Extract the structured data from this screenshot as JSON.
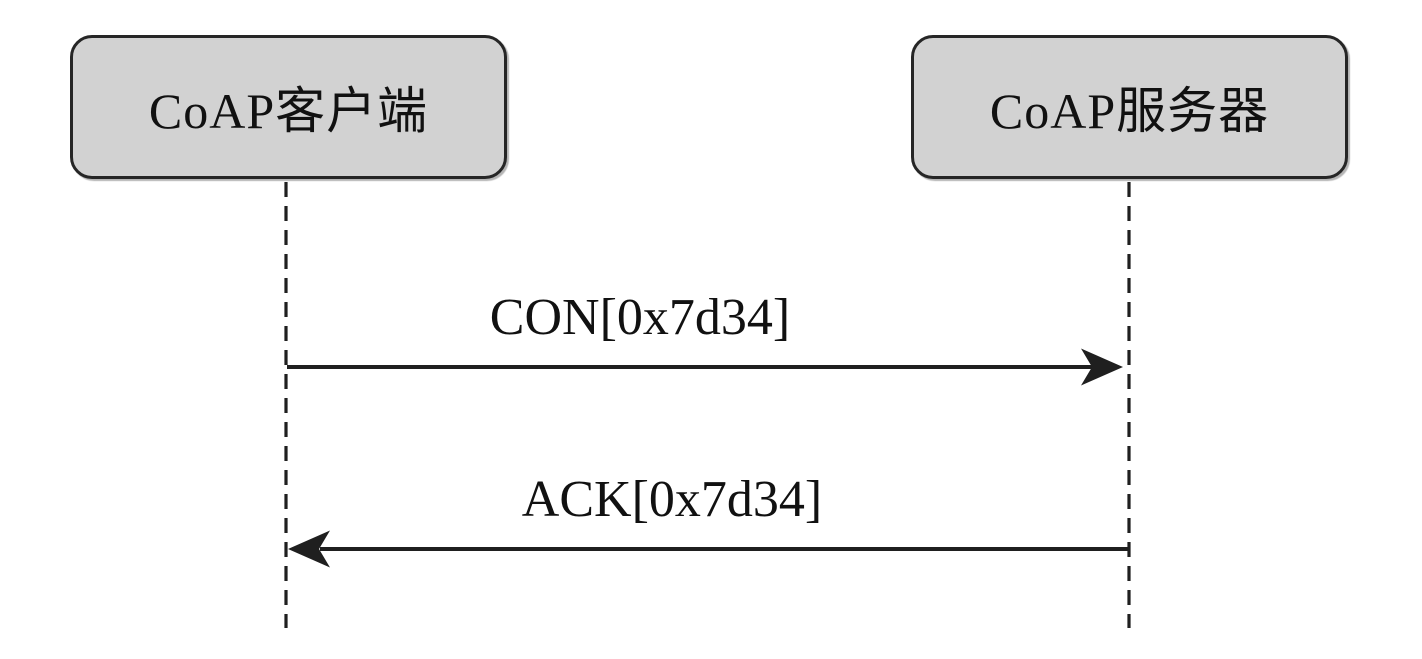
{
  "diagram": {
    "type": "sequence",
    "actors": [
      {
        "id": "coap-client",
        "label": "CoAP客户端"
      },
      {
        "id": "coap-server",
        "label": "CoAP服务器"
      }
    ],
    "messages": [
      {
        "label": "CON[0x7d34]",
        "from": "coap-client",
        "to": "coap-server",
        "direction": "right"
      },
      {
        "label": "ACK[0x7d34]",
        "from": "coap-server",
        "to": "coap-client",
        "direction": "left"
      }
    ],
    "colors": {
      "background": "#ffffff",
      "actor_fill": "#d2d2d2",
      "actor_border": "#262626",
      "line": "#1f1f1f",
      "text": "#111111"
    }
  }
}
